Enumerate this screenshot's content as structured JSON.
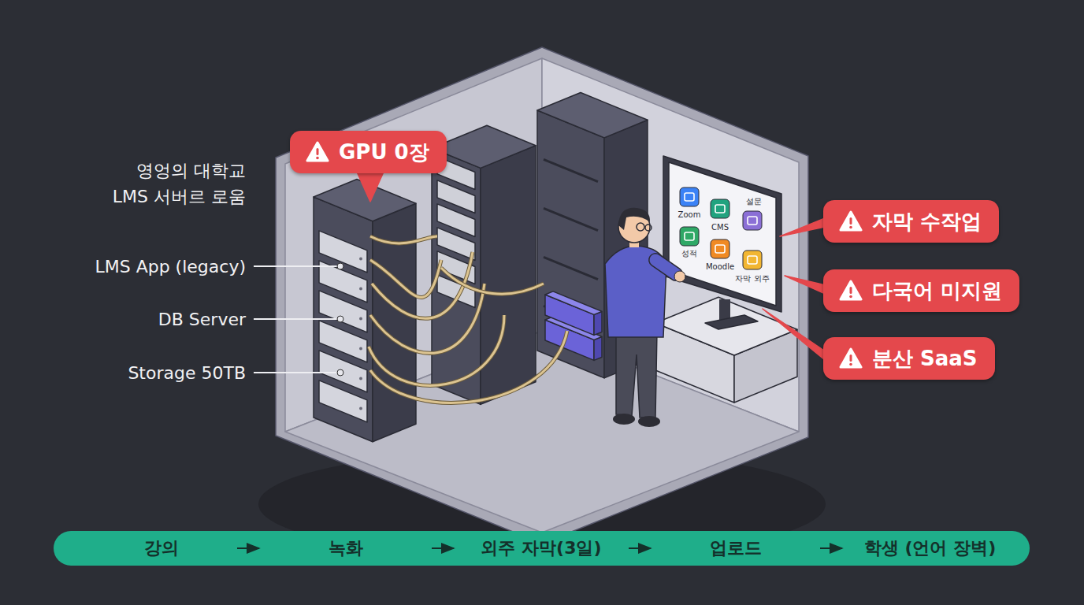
{
  "diagram": {
    "title": "영엉의 대학교 LMS 서버르 로움",
    "nodes": [
      {
        "text": [
          "GPU 0장"
        ]
      },
      {
        "text": [
          "자막 수작업"
        ]
      },
      {
        "text": [
          "다국어 미지원"
        ]
      },
      {
        "text": [
          "분산 SaaS"
        ]
      },
      {
        "text": [
          "강의"
        ]
      },
      {
        "text": [
          "녹화"
        ]
      },
      {
        "text": [
          "외주 자막(3일)"
        ]
      },
      {
        "text": [
          "업로드"
        ]
      },
      {
        "text": [
          "학생 (언어 장벽)"
        ]
      }
    ],
    "edges": [
      {
        "from": 4,
        "to": 5,
        "arrow": "to"
      },
      {
        "from": 5,
        "to": 6,
        "arrow": "to"
      },
      {
        "from": 6,
        "to": 7,
        "arrow": "to"
      },
      {
        "from": 7,
        "to": 8,
        "arrow": "to"
      }
    ],
    "labels": [
      "LMS App (legacy)",
      "DB Server",
      "Storage 50TB",
      "Zoom",
      "CMS",
      "설문",
      "성적",
      "Moodle",
      "자막 외주"
    ]
  }
}
